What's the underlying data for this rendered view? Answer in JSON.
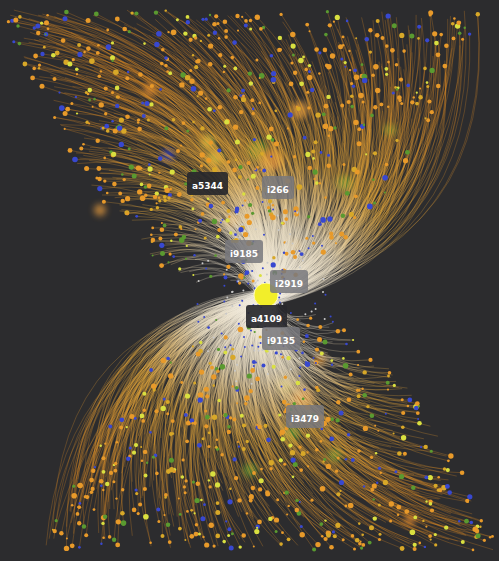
{
  "diagram": {
    "nodes": [
      {
        "text": [
          "a5344"
        ]
      },
      {
        "text": [
          "i266"
        ]
      },
      {
        "text": [
          "i9185"
        ]
      },
      {
        "text": [
          "i2919"
        ]
      },
      {
        "text": [
          "a4109"
        ]
      },
      {
        "text": [
          "i9135"
        ]
      },
      {
        "text": [
          "i3479"
        ]
      }
    ]
  }
}
